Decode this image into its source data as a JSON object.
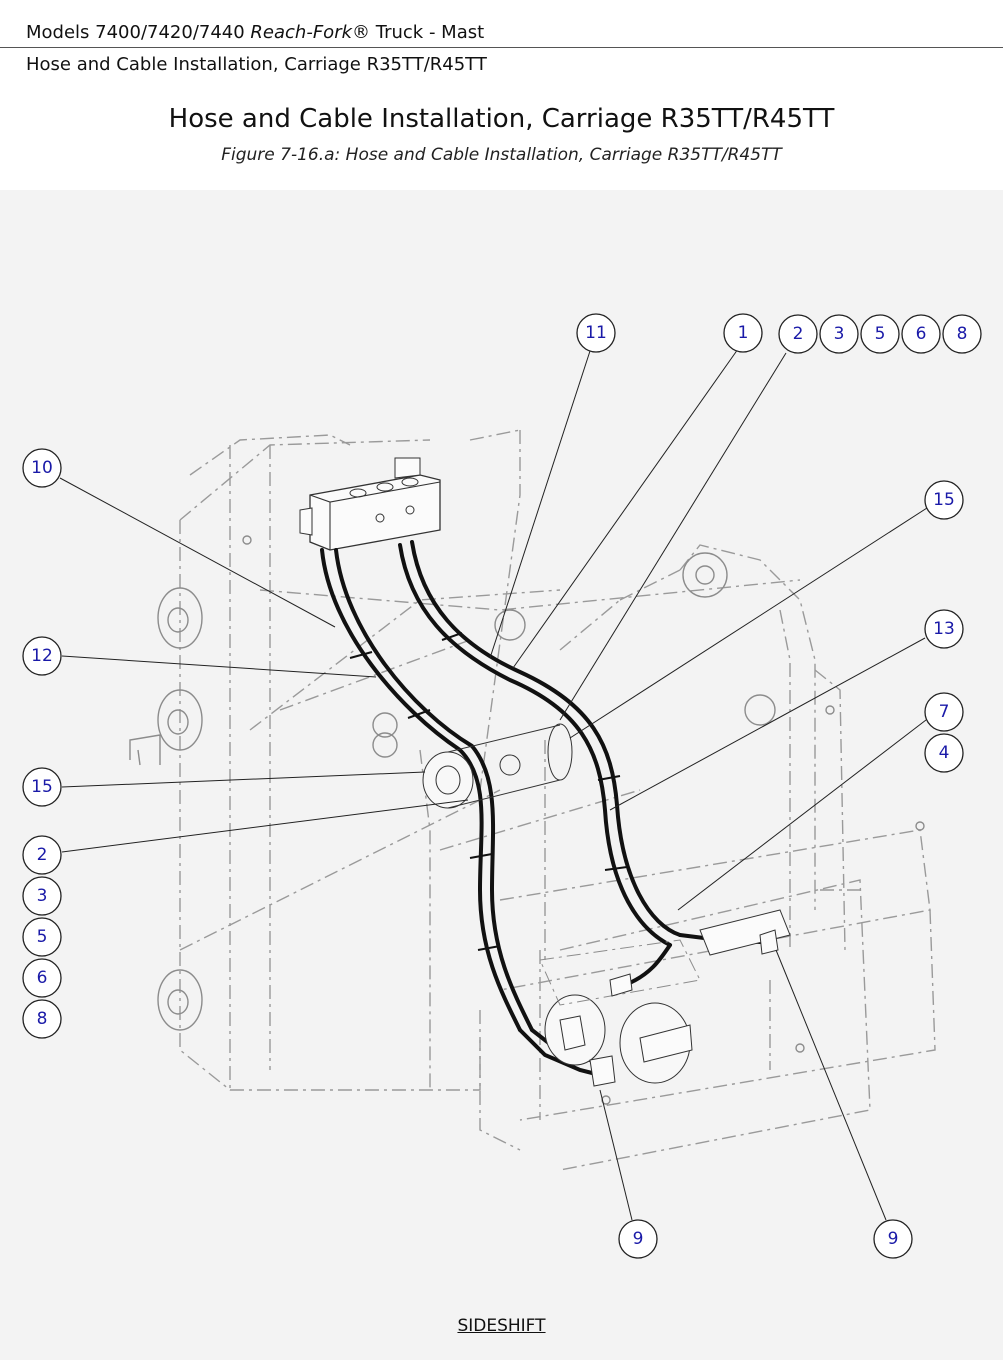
{
  "header": {
    "models_prefix": "Models 7400/7420/7440 ",
    "models_italic": "Reach-Fork",
    "models_suffix": "® Truck - Mast",
    "section": "Hose and Cable Installation, Carriage R35TT/R45TT"
  },
  "title": "Hose and Cable Installation, Carriage R35TT/R45TT",
  "caption": "Figure 7-16.a: Hose and Cable Installation, Carriage R35TT/R45TT",
  "view_label": "SIDESHIFT",
  "callouts": {
    "c11": "11",
    "c1": "1",
    "c2a": "2",
    "c3a": "3",
    "c5a": "5",
    "c6a": "6",
    "c8a": "8",
    "c10": "10",
    "c15a": "15",
    "c12": "12",
    "c13": "13",
    "c7": "7",
    "c4": "4",
    "c15b": "15",
    "c2b": "2",
    "c3b": "3",
    "c5b": "5",
    "c6b": "6",
    "c8b": "8",
    "c9a": "9",
    "c9b": "9"
  },
  "colors": {
    "callout_text": "#1a1aa8",
    "figure_bg": "#f3f3f3"
  }
}
